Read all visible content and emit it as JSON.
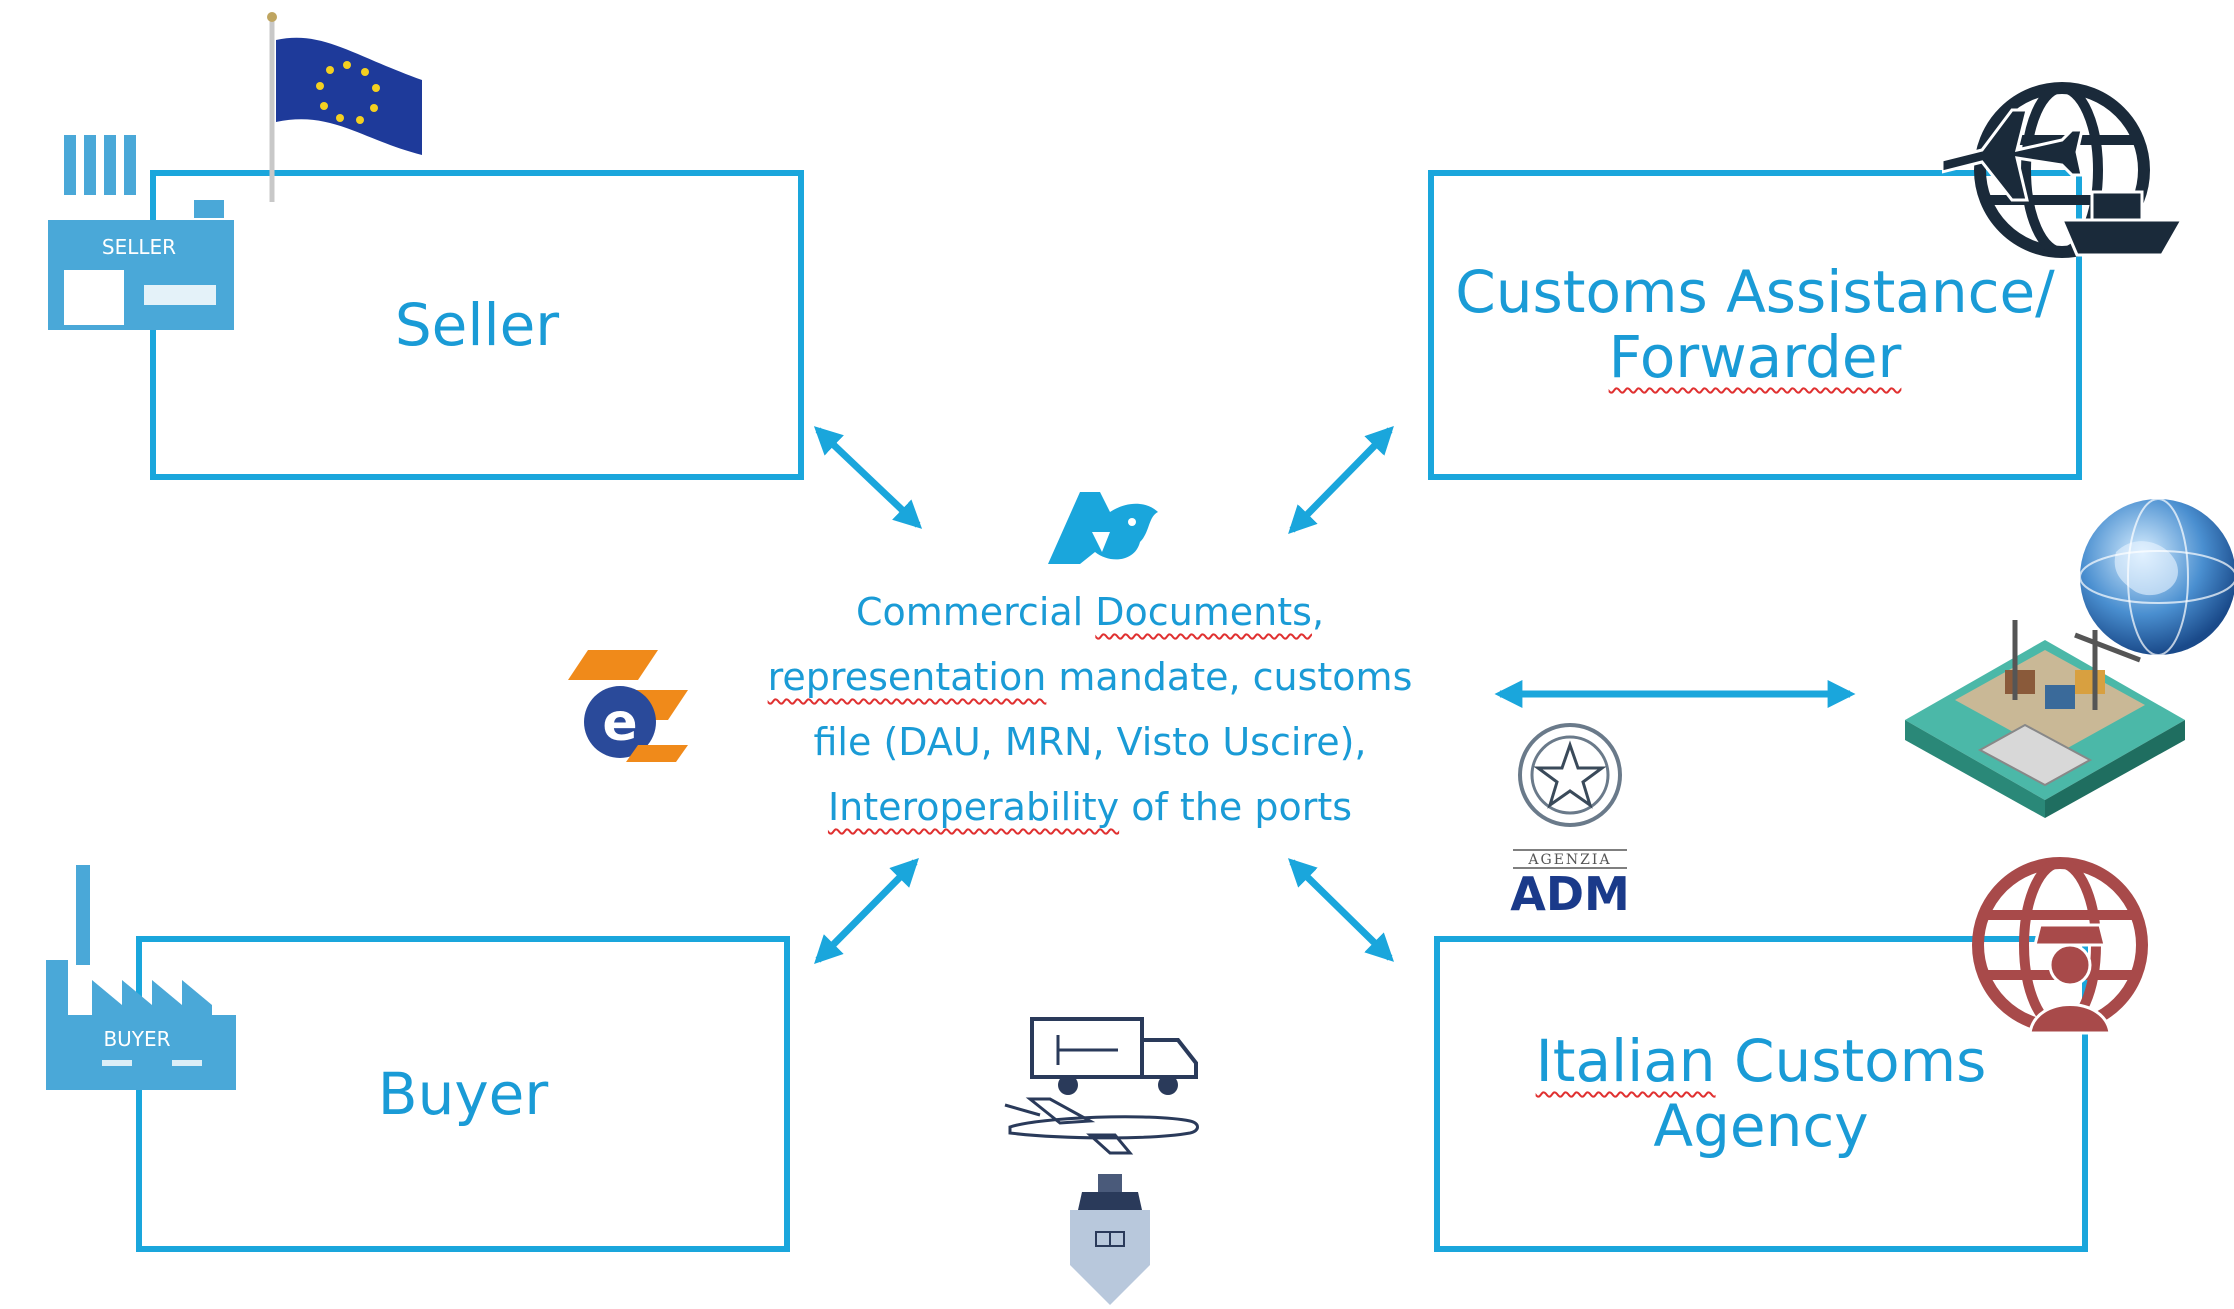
{
  "nodes": {
    "seller": {
      "label": "Seller"
    },
    "customs_assistance": {
      "label_line1": "Customs Assistance/",
      "label_line2": "Forwarder"
    },
    "buyer": {
      "label": "Buyer"
    },
    "italian_customs": {
      "label_line1_a": "Italian",
      "label_line1_b": " Customs",
      "label_line2": "Agency"
    }
  },
  "center": {
    "line1_a": "Commercial ",
    "line1_b": "Documents",
    "line1_c": ",",
    "line2_a": "representation",
    "line2_b": " mandate, customs",
    "line3": "file (DAU, MRN, Visto Uscire),",
    "line4_a": "Interoperability",
    "line4_b": " of the ports"
  },
  "icons": {
    "seller_factory_text": "SELLER",
    "buyer_factory_text": "BUYER",
    "adm_small": "AGENZIA",
    "adm_large": "ADM"
  },
  "colors": {
    "accent": "#1aa6dc",
    "text": "#1a9bd6",
    "factory": "#4aa8d8",
    "customs_icon": "#a84a4a",
    "dark_icon": "#1a2a3a"
  }
}
